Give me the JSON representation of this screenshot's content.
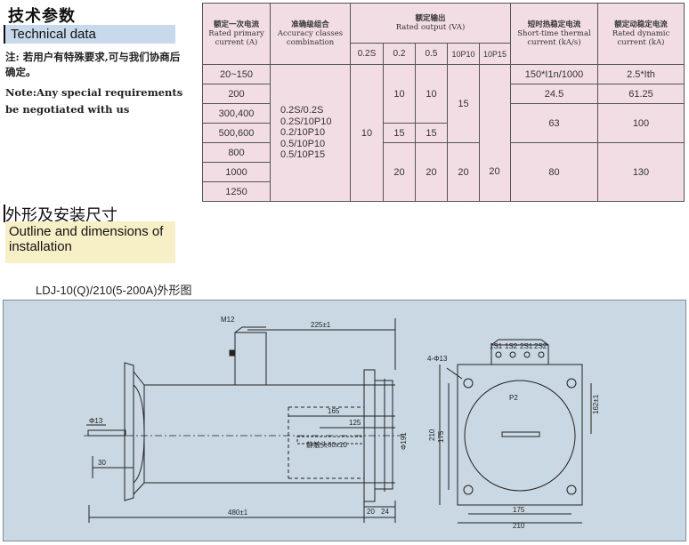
{
  "header": {
    "title_cn": "技术参数",
    "title_en": "Technical data",
    "note_cn": "注: 若用户有特殊要求,可与我们协商后确定。",
    "note_en": "Note:Any special requirements be negotiated with us"
  },
  "section2": {
    "title_cn": "外形及安装尺寸",
    "title_en": "Outline and dimensions of installation"
  },
  "figure_title": "LDJ-10(Q)/210(5-200A)外形图",
  "table": {
    "col1_cn": "额定一次电流",
    "col1_en": "Rated primary current (A)",
    "col2_cn": "准确级组合",
    "col2_en": "Accuracy classes combination",
    "col3_cn": "额定输出",
    "col3_en": "Rated output (VA)",
    "col4_cn": "短时热稳定电流",
    "col4_en": "Short-time thermal current (kA/s)",
    "col5_cn": "额定动稳定电流",
    "col5_en": "Rated dynamic current (kA)",
    "sub": [
      "0.2S",
      "0.2",
      "0.5",
      "10P10",
      "10P15"
    ],
    "currents": [
      "20~150",
      "200",
      "300,400",
      "500,600",
      "800",
      "1000",
      "1250"
    ],
    "combos": [
      "0.2S/0.2S",
      "0.2S/10P10",
      "0.2/10P10",
      "0.5/10P10",
      "0.5/10P15"
    ],
    "out_02s": "10",
    "out_02": [
      "10",
      "15",
      "20"
    ],
    "out_05": [
      "10",
      "15",
      "20"
    ],
    "out_10p10": [
      "15",
      "20"
    ],
    "out_10p15": "20",
    "thermal": [
      "150*I1n/1000",
      "24.5",
      "63",
      "80"
    ],
    "dynamic": [
      "2.5*Ith",
      "61.25",
      "100",
      "130"
    ]
  },
  "drawing": {
    "label_m12": "M12",
    "dim_225": "225±1",
    "dim_phi13": "Φ13",
    "dim_165": "165",
    "dim_125": "125",
    "label_terminal": "静触头60x10",
    "dim_phi191": "Φ191",
    "dim_30": "30",
    "dim_480": "480±1",
    "dim_20": "20",
    "dim_24": "24",
    "terminals": [
      "1S1",
      "1S2",
      "2S1",
      "2S2"
    ],
    "dim_4phi13": "4-Φ13",
    "label_p2": "P2",
    "dim_162": "162±1",
    "dim_210v": "210",
    "dim_175v": "175",
    "dim_175h": "175",
    "dim_210h": "210"
  }
}
